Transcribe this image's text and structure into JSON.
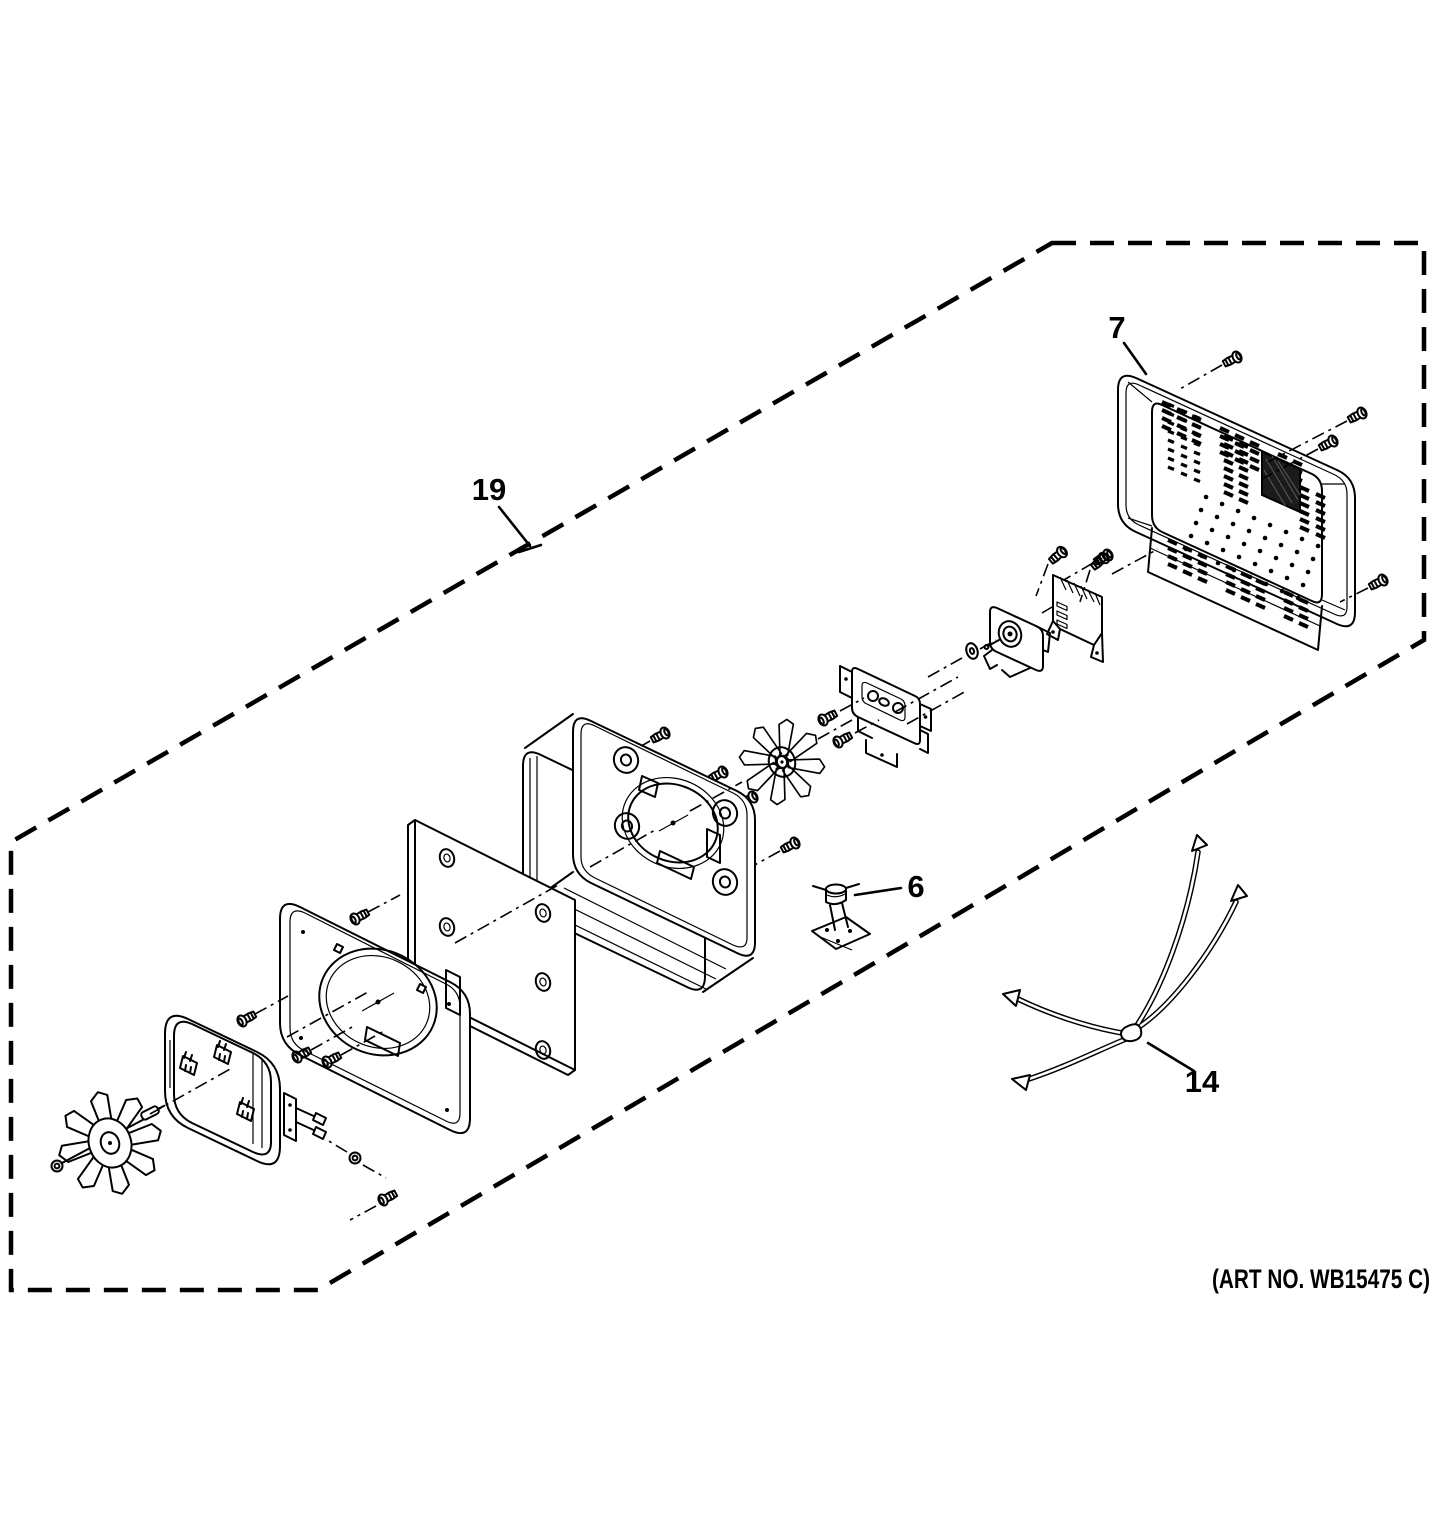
{
  "labels": {
    "part_19": "19",
    "part_7": "7",
    "part_6": "6",
    "part_14": "14"
  },
  "footer": {
    "art_no": "(ART NO. WB15475 C)"
  },
  "colors": {
    "line": "#000000",
    "background": "#ffffff"
  }
}
